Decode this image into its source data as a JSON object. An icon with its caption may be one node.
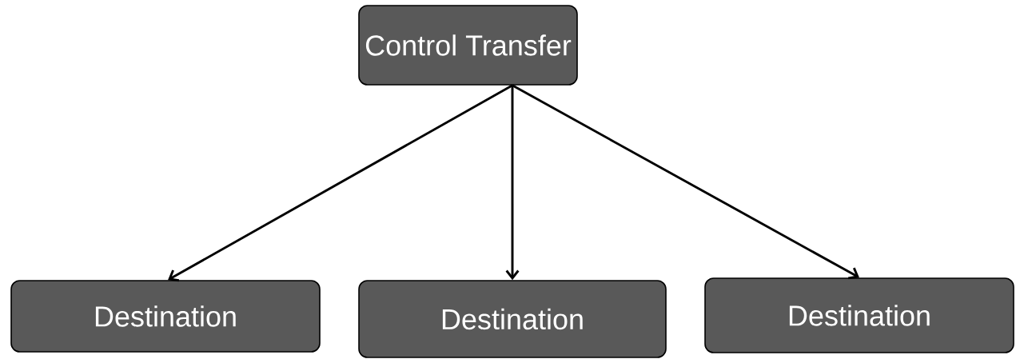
{
  "diagram": {
    "nodes": [
      {
        "text": [
          "Control Transfer"
        ]
      },
      {
        "text": [
          "Destination"
        ]
      },
      {
        "text": [
          "Destination"
        ]
      },
      {
        "text": [
          "Destination"
        ]
      }
    ],
    "edges": [
      {
        "from": 0,
        "to": 1,
        "arrow": "to"
      },
      {
        "from": 0,
        "to": 2,
        "arrow": "to"
      },
      {
        "from": 0,
        "to": 3,
        "arrow": "to"
      }
    ]
  }
}
